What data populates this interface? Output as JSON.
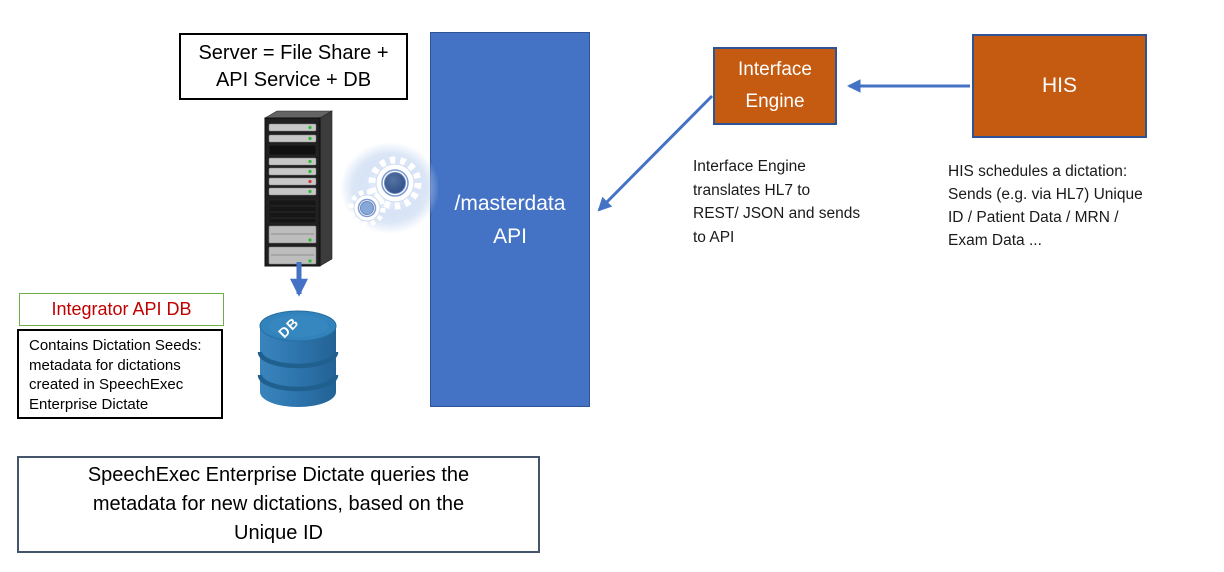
{
  "diagram_title": "HIS / Interface Engine / masterdata API integration diagram",
  "colors": {
    "api_box_blue": "#4472C4",
    "orange_box_fill": "#C55A11",
    "orange_box_border": "#2F5496",
    "arrow_blue": "#4472C4",
    "integrator_title_border_green": "#70AD47",
    "integrator_title_text_red": "#C00000",
    "bottom_note_border": "#44546A",
    "db_cylinder_blue": "#2E76AF"
  },
  "nodes": {
    "server_label": "Server = File Share +\nAPI Service + DB",
    "masterdata_api": "/masterdata\nAPI",
    "interface_engine": "Interface\nEngine",
    "his": "HIS",
    "integrator_api_db_title": "Integrator API DB",
    "integrator_api_db_desc": "Contains Dictation Seeds:\nmetadata for dictations\ncreated in SpeechExec\nEnterprise Dictate",
    "db_icon_label": "DB"
  },
  "annotations": {
    "interface_engine_note": "Interface Engine\ntranslates HL7 to\nREST/ JSON and sends\nto API",
    "his_note": "HIS schedules a dictation:\nSends (e.g. via HL7) Unique\nID / Patient Data / MRN /\nExam Data ...",
    "bottom_note": "SpeechExec Enterprise Dictate queries the\nmetadata for new dictations, based on the\nUnique ID"
  },
  "icons": [
    "server-tower-icon",
    "gears-icon",
    "db-cylinder-icon"
  ],
  "arrows": [
    {
      "name": "arrow-his-to-interface-engine",
      "from": "HIS",
      "to": "Interface Engine"
    },
    {
      "name": "arrow-interface-engine-to-api",
      "from": "Interface Engine",
      "to": "/masterdata API"
    },
    {
      "name": "arrow-server-to-db",
      "from": "Server",
      "to": "Integrator API DB"
    }
  ]
}
